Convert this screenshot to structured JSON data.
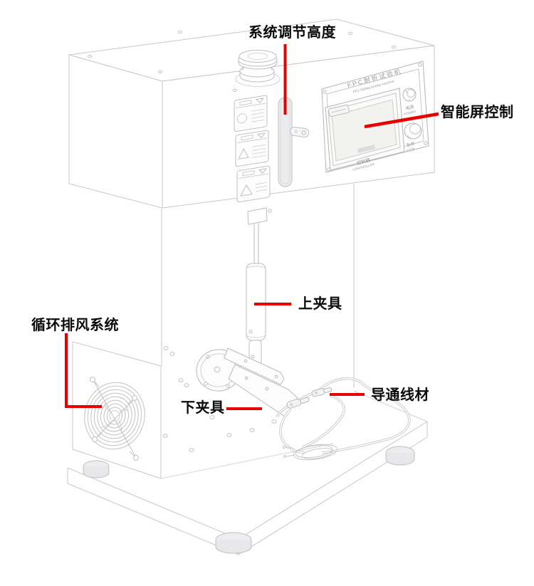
{
  "machine": {
    "name_cn": "FPC耐折试验机",
    "name_en": "FPC folding testing machine"
  },
  "annotations": [
    {
      "id": "height-adjust",
      "label": "系统调节高度"
    },
    {
      "id": "smart-screen",
      "label": "智能屏控制"
    },
    {
      "id": "upper-clamp",
      "label": "上夹具"
    },
    {
      "id": "exhaust-system",
      "label": "循环排风系统"
    },
    {
      "id": "lower-clamp",
      "label": "下夹具"
    },
    {
      "id": "conductive-wire",
      "label": "导通线材"
    }
  ],
  "control_panel": {
    "title_cn": "FPC耐折试验机",
    "title_en": "FPC folding testing machine",
    "power_label_cn": "电源",
    "power_label_en": "POWER",
    "stop_label_cn": "急停",
    "stop_label_en": "STOP",
    "controller_label_cn": "控制器",
    "controller_label_en": "CONTROLLER"
  },
  "colors": {
    "annotation_red": "#e80000",
    "label_text": "#0a0a0a",
    "line_art": "#c7c7cb",
    "line_art_dark": "#b2b2b7",
    "panel_text": "#9a9aa0"
  }
}
